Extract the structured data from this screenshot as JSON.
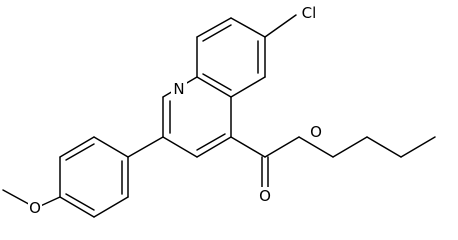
{
  "molecule": {
    "atoms": {
      "nitrogen": "N",
      "chlorine": "Cl",
      "carbonyl_oxygen": "O",
      "ester_oxygen": "O",
      "methoxy_oxygen": "O"
    }
  }
}
